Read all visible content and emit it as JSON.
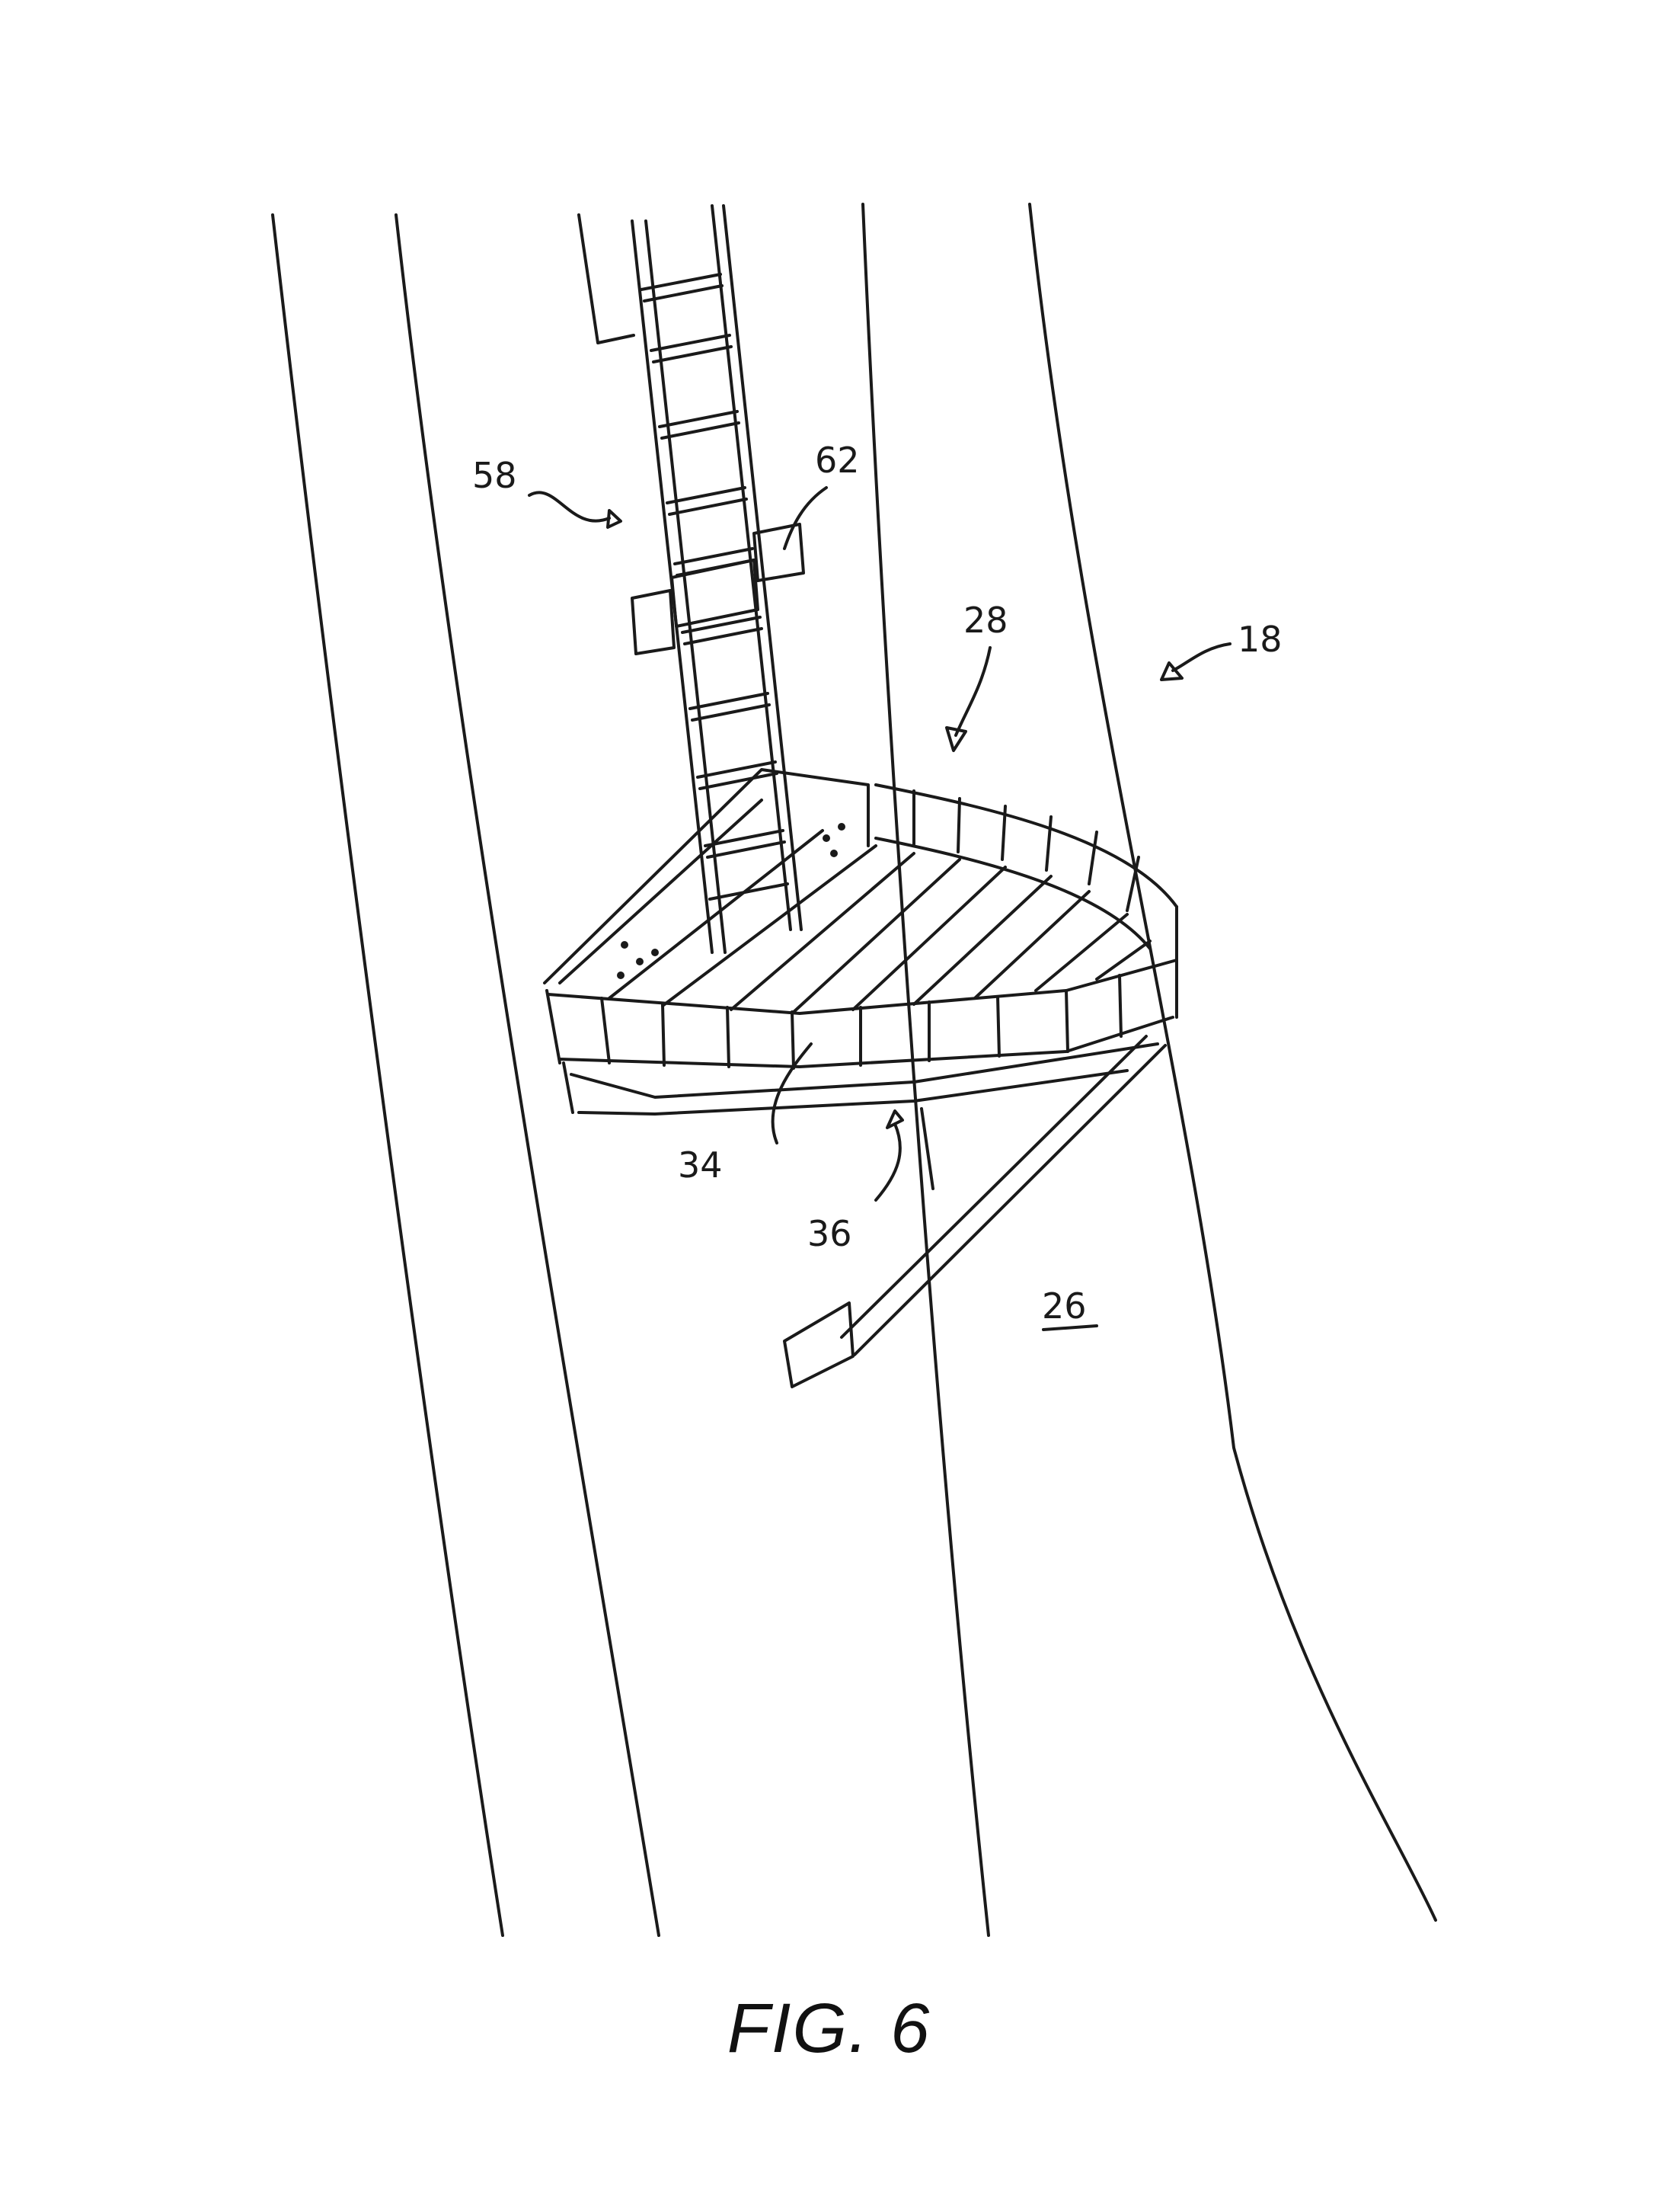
{
  "figure": {
    "caption": "FIG. 6",
    "labels": {
      "ladder": "58",
      "bracket": "62",
      "platform": "28",
      "tower": "18",
      "decking": "34",
      "support": "36",
      "wall": "26"
    }
  }
}
